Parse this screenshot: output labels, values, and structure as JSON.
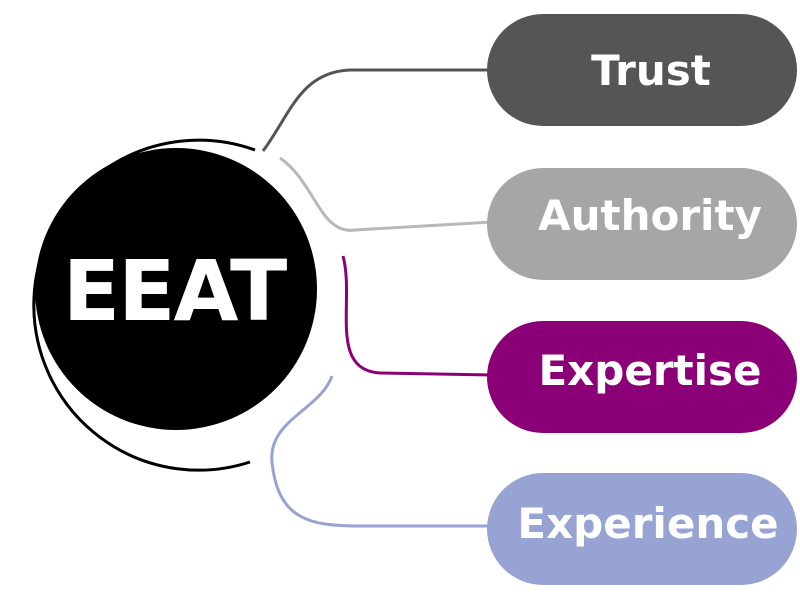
{
  "hub": {
    "label": "EEAT",
    "fill": "#000000",
    "ring": "#000000"
  },
  "pillars": [
    {
      "id": "trust",
      "label": "Trust",
      "color": "#555555"
    },
    {
      "id": "authority",
      "label": "Authority",
      "color": "#a6a6a6"
    },
    {
      "id": "expertise",
      "label": "Expertise",
      "color": "#8b0077"
    },
    {
      "id": "experience",
      "label": "Experience",
      "color": "#97a3d2"
    }
  ]
}
